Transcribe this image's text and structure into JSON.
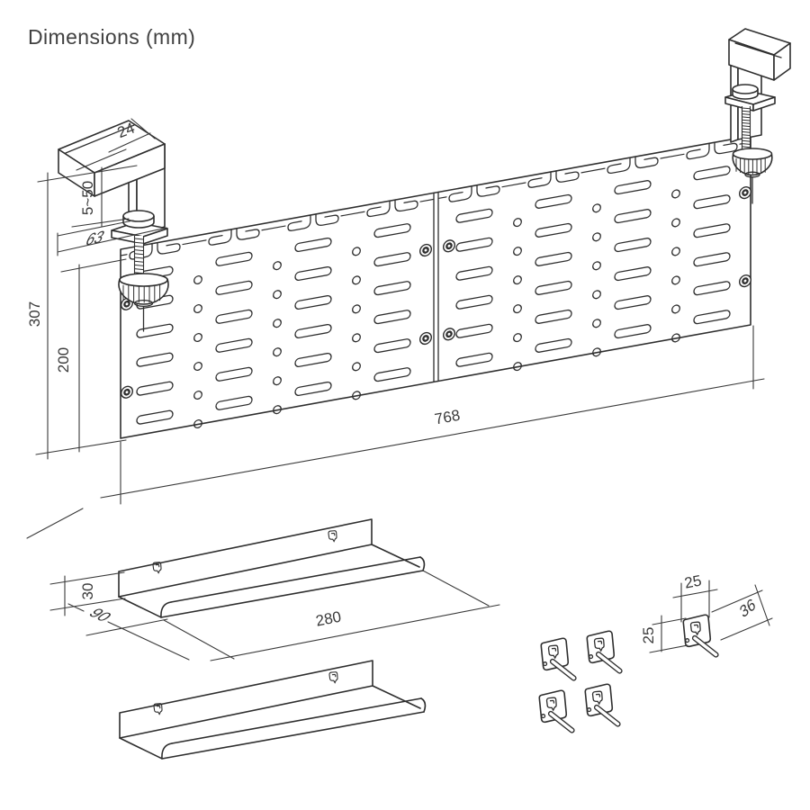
{
  "title": "Dimensions (mm)",
  "colors": {
    "ink": "#2e2e2e",
    "background": "#ffffff",
    "label": "#3a3a3a"
  },
  "pegboard_assembly": {
    "clamp_arm_width": "24",
    "clamp_opening_range": "5~50",
    "clamp_depth": "63",
    "overall_height": "307",
    "panel_height": "200",
    "panel_width": "768"
  },
  "shelf": {
    "back_height": "30",
    "depth": "90",
    "width": "280"
  },
  "hook": {
    "plate_width": "25",
    "plate_height": "25",
    "hook_depth": "36"
  }
}
